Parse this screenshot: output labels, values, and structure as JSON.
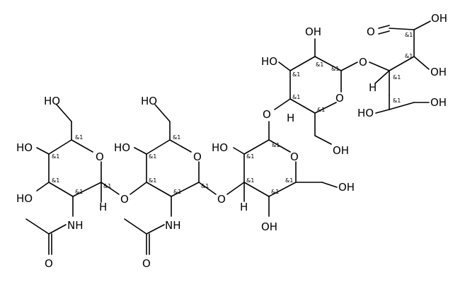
{
  "molecule": {
    "atom_labels": {
      "oh": "OH",
      "ho": "HO",
      "o": "O",
      "h": "H",
      "nh": "NH",
      "stereo": "&1"
    }
  }
}
